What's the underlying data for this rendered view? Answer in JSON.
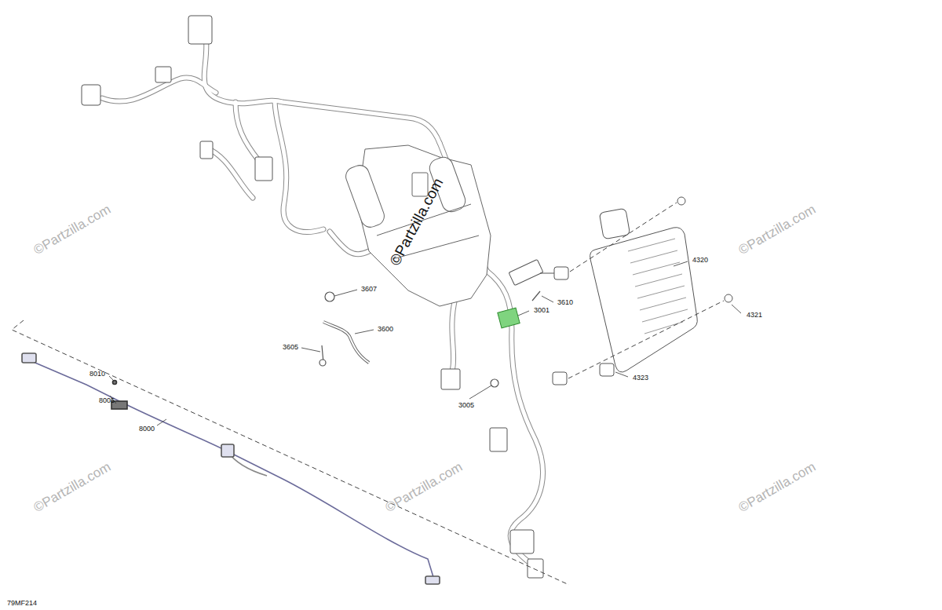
{
  "diagram": {
    "labels": [
      "3607",
      "3610",
      "3001",
      "3600",
      "3605",
      "3005",
      "4320",
      "4321",
      "4323",
      "8010",
      "8005",
      "8000",
      "79MF214",
      "©Partzilla.com",
      "©Partzilla.com",
      "©Partzilla.com",
      "©Partzilla.com",
      "©Partzilla.com",
      "©Partzilla.com"
    ]
  }
}
